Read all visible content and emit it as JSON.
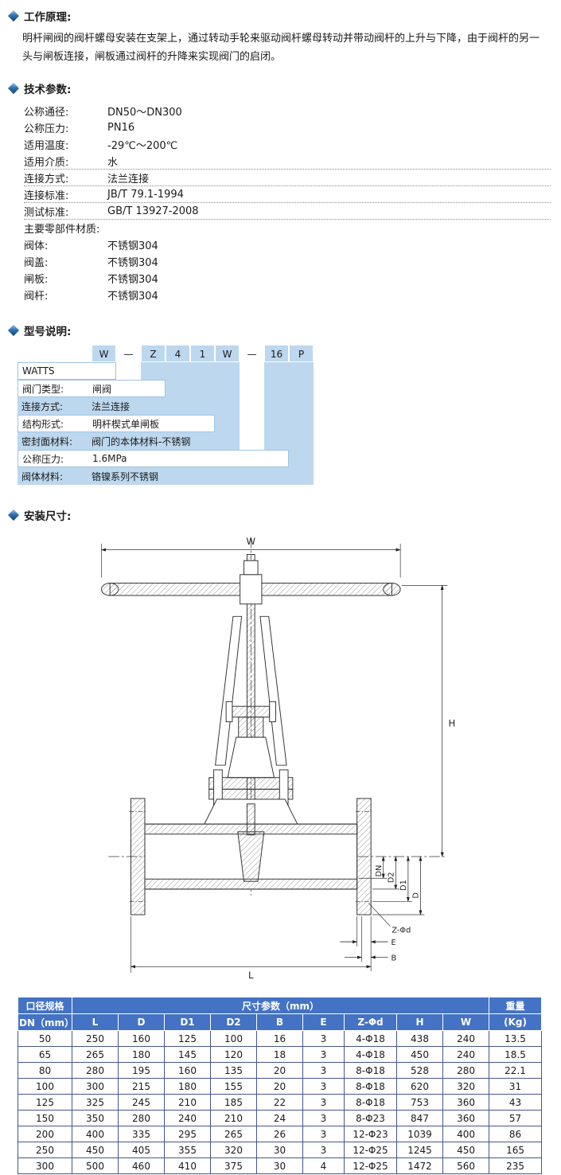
{
  "colors": {
    "header_blue": "#4472C4",
    "light_blue": "#BDD7EE",
    "diamond_blue": "#2E75B6",
    "grid_border": "#44568F"
  },
  "principle": {
    "title": "工作原理:",
    "body": "明杆闸阀的阀杆螺母安装在支架上，通过转动手轮来驱动阀杆螺母转动并带动阀杆的上升与下降，由于阀杆的另一头与闸板连接，闸板通过阀杆的升降来实现阀门的启闭。"
  },
  "tech": {
    "title": "技术参数:",
    "items": [
      {
        "label": "公称通径:",
        "value": "DN50～DN300"
      },
      {
        "label": "公称压力:",
        "value": "PN16"
      },
      {
        "label": "适用温度:",
        "value": "-29℃～200℃"
      },
      {
        "label": "适用介质:",
        "value": "水"
      },
      {
        "label": "连接方式:",
        "value": "法兰连接"
      },
      {
        "label": "连接标准:",
        "value": "JB/T 79.1-1994"
      },
      {
        "label": "测试标准:",
        "value": "GB/T 13927-2008"
      },
      {
        "label": "主要零部件材质:",
        "value": ""
      },
      {
        "label": "阀体:",
        "value": "不锈钢304"
      },
      {
        "label": "阀盖:",
        "value": "不锈钢304"
      },
      {
        "label": "闸板:",
        "value": "不锈钢304"
      },
      {
        "label": "阀杆:",
        "value": "不锈钢304"
      }
    ]
  },
  "model": {
    "title": "型号说明:",
    "code": [
      "W",
      "—",
      "Z",
      "4",
      "1",
      "W",
      "—",
      "16",
      "P"
    ],
    "rows": [
      {
        "label": "WATTS",
        "value": ""
      },
      {
        "label": "阀门类型:",
        "value": "闸阀"
      },
      {
        "label": "连接方式:",
        "value": "法兰连接"
      },
      {
        "label": "结构形式:",
        "value": "明杆楔式单闸板"
      },
      {
        "label": "密封面材料:",
        "value": "阀门的本体材料-不锈钢"
      },
      {
        "label": "公称压力:",
        "value": "1.6MPa"
      },
      {
        "label": "阀体材料:",
        "value": "铬镍系列不锈钢"
      }
    ]
  },
  "install": {
    "title": "安装尺寸:",
    "labels": {
      "w": "W",
      "h": "H",
      "l": "L",
      "dn": "DN",
      "d": "D",
      "d1": "D1",
      "d2": "D2",
      "bolt": "Z-Φd",
      "e": "E",
      "b": "B"
    }
  },
  "dimension_table": {
    "header": {
      "col_dn_top": "口径规格",
      "group": "尺寸参数（mm）",
      "weight_top": "重量"
    },
    "subheader": [
      "DN（mm）",
      "L",
      "D",
      "D1",
      "D2",
      "B",
      "E",
      "Z-Φd",
      "H",
      "W",
      "(Kg)"
    ],
    "rows": [
      [
        "50",
        "250",
        "160",
        "125",
        "100",
        "16",
        "3",
        "4-Φ18",
        "438",
        "240",
        "13.5"
      ],
      [
        "65",
        "265",
        "180",
        "145",
        "120",
        "18",
        "3",
        "4-Φ18",
        "450",
        "240",
        "18.5"
      ],
      [
        "80",
        "280",
        "195",
        "160",
        "135",
        "20",
        "3",
        "8-Φ18",
        "528",
        "280",
        "22.1"
      ],
      [
        "100",
        "300",
        "215",
        "180",
        "155",
        "20",
        "3",
        "8-Φ18",
        "620",
        "320",
        "31"
      ],
      [
        "125",
        "325",
        "245",
        "210",
        "185",
        "22",
        "3",
        "8-Φ18",
        "753",
        "360",
        "43"
      ],
      [
        "150",
        "350",
        "280",
        "240",
        "210",
        "24",
        "3",
        "8-Φ23",
        "847",
        "360",
        "57"
      ],
      [
        "200",
        "400",
        "335",
        "295",
        "265",
        "26",
        "3",
        "12-Φ23",
        "1039",
        "400",
        "86"
      ],
      [
        "250",
        "450",
        "405",
        "355",
        "320",
        "30",
        "3",
        "12-Φ25",
        "1245",
        "450",
        "165"
      ],
      [
        "300",
        "500",
        "460",
        "410",
        "375",
        "30",
        "4",
        "12-Φ25",
        "1472",
        "560",
        "235"
      ]
    ]
  }
}
